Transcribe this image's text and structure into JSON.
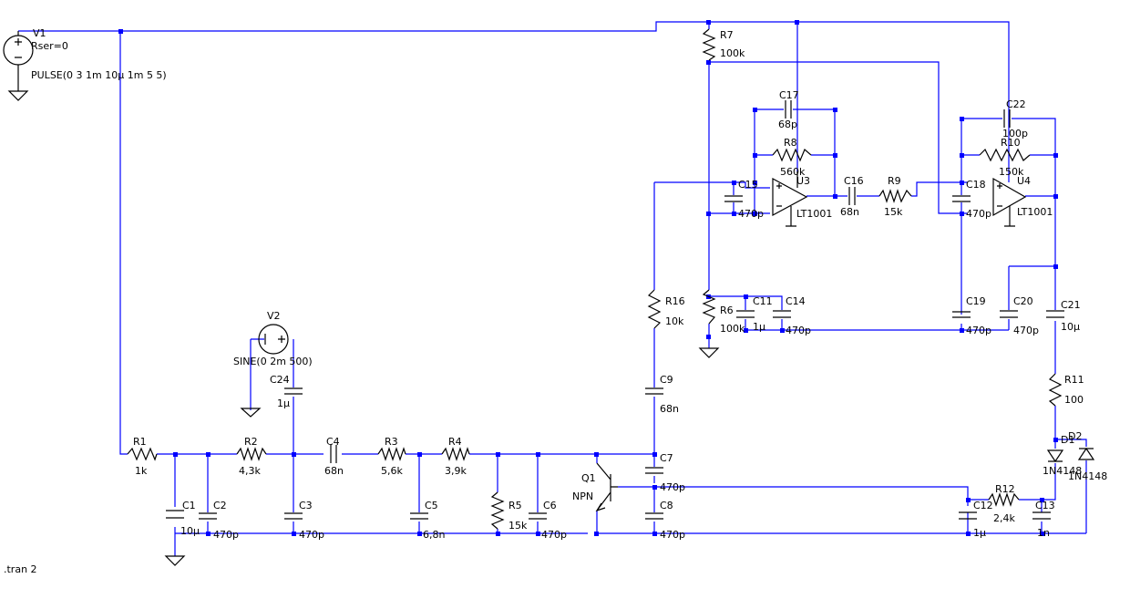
{
  "sources": {
    "V1": {
      "name": "V1",
      "params": "Rser=0",
      "value": "PULSE(0 3 1m 10µ 1m 5 5)"
    },
    "V2": {
      "name": "V2",
      "value": "SINE(0 2m 500)"
    }
  },
  "components": {
    "R1": {
      "name": "R1",
      "value": "1k"
    },
    "R2": {
      "name": "R2",
      "value": "4,3k"
    },
    "R3": {
      "name": "R3",
      "value": "5,6k"
    },
    "R4": {
      "name": "R4",
      "value": "3,9k"
    },
    "R5": {
      "name": "R5",
      "value": "15k"
    },
    "R6": {
      "name": "R6",
      "value": "100k"
    },
    "R7": {
      "name": "R7",
      "value": "100k"
    },
    "R8": {
      "name": "R8",
      "value": "560k"
    },
    "R9": {
      "name": "R9",
      "value": "15k"
    },
    "R10": {
      "name": "R10",
      "value": "150k"
    },
    "R11": {
      "name": "R11",
      "value": "100"
    },
    "R12": {
      "name": "R12",
      "value": "2,4k"
    },
    "R16": {
      "name": "R16",
      "value": "10k"
    },
    "C1": {
      "name": "C1",
      "value": "10µ"
    },
    "C2": {
      "name": "C2",
      "value": "470p"
    },
    "C3": {
      "name": "C3",
      "value": "470p"
    },
    "C4": {
      "name": "C4",
      "value": "68n"
    },
    "C5": {
      "name": "C5",
      "value": "6,8n"
    },
    "C6": {
      "name": "C6",
      "value": "470p"
    },
    "C7": {
      "name": "C7",
      "value": "470p"
    },
    "C8": {
      "name": "C8",
      "value": "470p"
    },
    "C9": {
      "name": "C9",
      "value": "68n"
    },
    "C11": {
      "name": "C11",
      "value": "1µ"
    },
    "C12": {
      "name": "C12",
      "value": "1µ"
    },
    "C13": {
      "name": "C13",
      "value": "1n"
    },
    "C14": {
      "name": "C14",
      "value": "470p"
    },
    "C15": {
      "name": "C15",
      "value": "470p"
    },
    "C16": {
      "name": "C16",
      "value": "68n"
    },
    "C17": {
      "name": "C17",
      "value": "68p"
    },
    "C18": {
      "name": "C18",
      "value": "470p"
    },
    "C19": {
      "name": "C19",
      "value": "470p"
    },
    "C20": {
      "name": "C20",
      "value": "470p"
    },
    "C21": {
      "name": "C21",
      "value": "10µ"
    },
    "C22": {
      "name": "C22",
      "value": "100p"
    },
    "C24": {
      "name": "C24",
      "value": "1µ"
    },
    "U3": {
      "name": "U3",
      "value": "LT1001"
    },
    "U4": {
      "name": "U4",
      "value": "LT1001"
    },
    "Q1": {
      "name": "Q1",
      "value": "NPN"
    },
    "D1": {
      "name": "D1",
      "value": "1N4148"
    },
    "D2": {
      "name": "D2",
      "value": "1N4148"
    }
  },
  "directive": ".tran 2",
  "colors": {
    "wire": "#0000ff",
    "component": "#000000",
    "background": "#ffffff"
  }
}
